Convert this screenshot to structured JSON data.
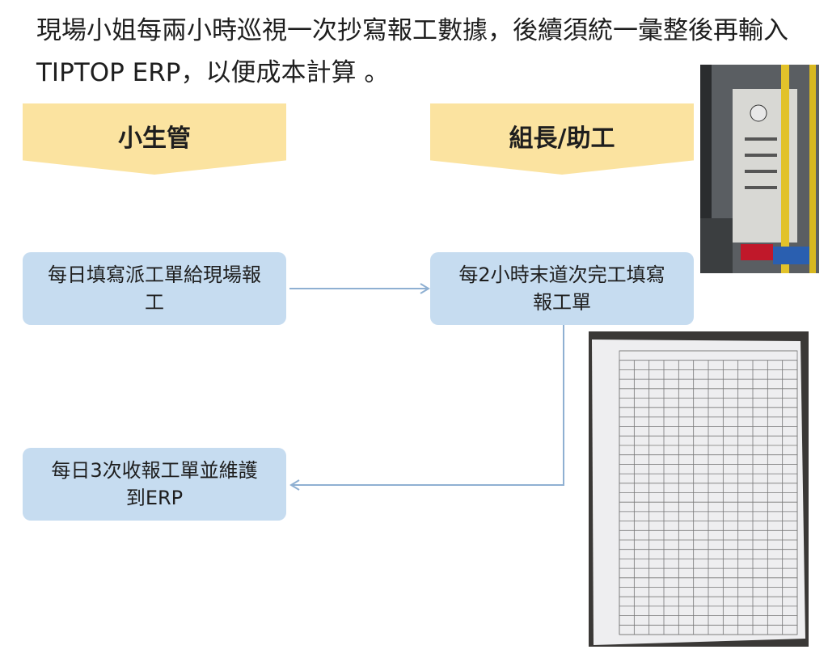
{
  "title": "現場小姐每兩小時巡視一次抄寫報工數據，後續須統一彙整後再輸入TIPTOP ERP，以便成本計算 。",
  "lanes": [
    {
      "label": "小生管"
    },
    {
      "label": "組長/助工"
    }
  ],
  "steps": [
    {
      "label": "每日填寫派工單給現場報工"
    },
    {
      "label": "每2小時末道次完工填寫報工單"
    },
    {
      "label": "每日3次收報工單並維護到ERP"
    }
  ],
  "colors": {
    "header": "#fbe3a0",
    "box": "#c6dcf0",
    "arrow": "#8fb0d2"
  }
}
